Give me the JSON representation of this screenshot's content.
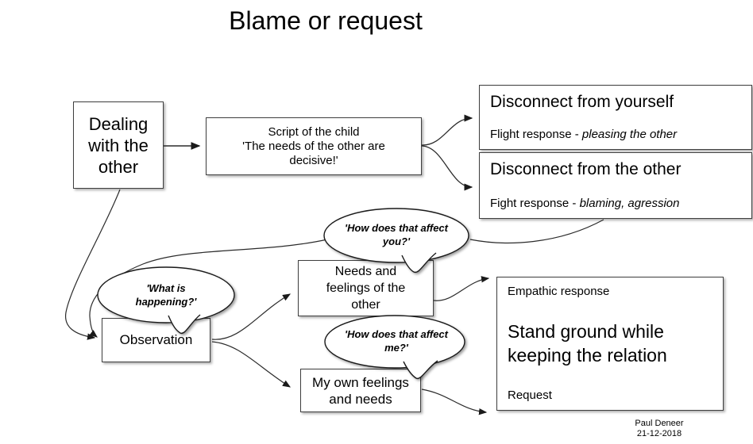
{
  "title": "Blame or request",
  "nodes": {
    "dealing": {
      "text": "Dealing with the other"
    },
    "script": {
      "line1": "Script of the child",
      "line2": "'The needs of the other are decisive!'"
    },
    "disconnect_yourself": {
      "title": "Disconnect from yourself",
      "subtitle_prefix": "Flight response - ",
      "subtitle_italic": "pleasing the other"
    },
    "disconnect_other": {
      "title": "Disconnect from the other",
      "subtitle_prefix": "Fight response - ",
      "subtitle_italic": "blaming, agression"
    },
    "observation": {
      "text": "Observation"
    },
    "needs_other": {
      "text": "Needs and feelings of the other"
    },
    "my_own": {
      "text": "My own feelings and needs"
    },
    "empathic": {
      "label": "Empathic response",
      "main": "Stand ground while keeping the relation",
      "request": "Request"
    }
  },
  "bubbles": {
    "affect_you": {
      "text": "'How does that affect you?'"
    },
    "what_happening": {
      "text": "'What is happening?'"
    },
    "affect_me": {
      "text": "'How does that affect me?'"
    }
  },
  "footer": {
    "author": "Paul Deneer",
    "date": "21-12-2018"
  },
  "colors": {
    "background": "#ffffff",
    "box_border": "#3f3f3f",
    "line": "#2b2b2b",
    "text": "#000000"
  }
}
